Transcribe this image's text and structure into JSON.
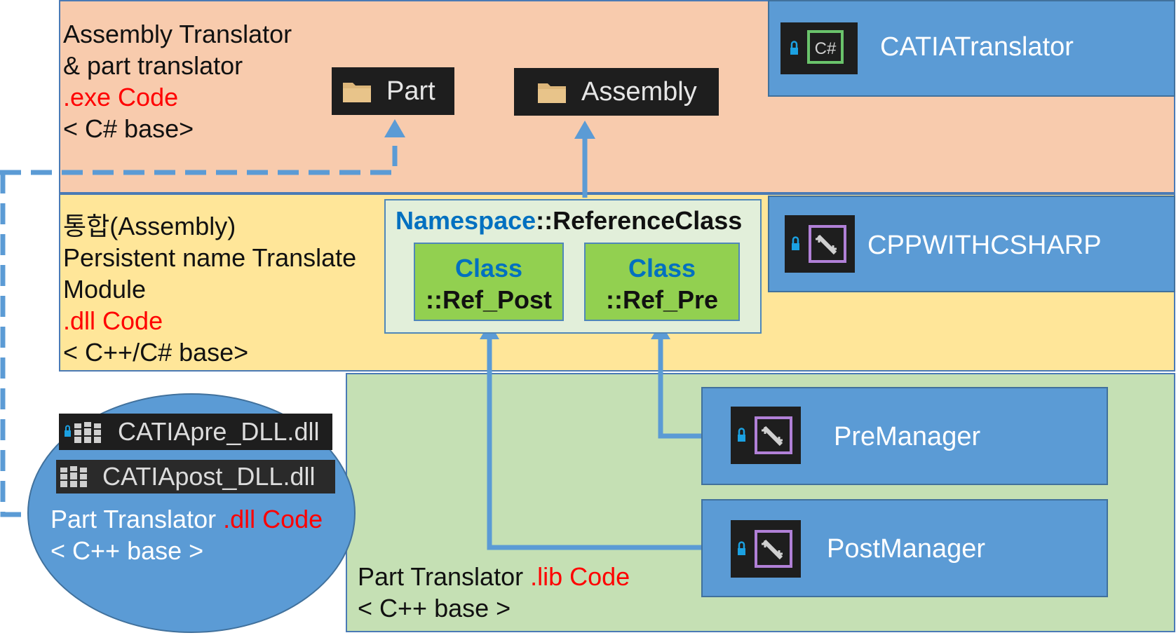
{
  "exe_layer": {
    "lines": [
      "Assembly Translator",
      "& part translator",
      ".exe Code",
      "< C# base>"
    ],
    "folders": {
      "part": "Part",
      "assembly": "Assembly"
    },
    "project": {
      "name": "CATIATranslator",
      "icon": "csharp-project-icon"
    }
  },
  "dll_layer": {
    "lines": [
      "통합(Assembly)",
      "Persistent name Translate",
      "Module",
      ".dll Code",
      "< C++/C# base>"
    ],
    "namespace": {
      "ns": "Namespace",
      "rest": "::ReferenceClass"
    },
    "classes": [
      {
        "keyword": "Class",
        "name": "::Ref_Post"
      },
      {
        "keyword": "Class",
        "name": "::Ref_Pre"
      }
    ],
    "project": {
      "name": "CPPWITHCSHARP",
      "icon": "cpp-project-icon"
    }
  },
  "lib_layer": {
    "prefix": "Part Translator ",
    "code": ".lib Code",
    "base": "< C++ base >",
    "managers": [
      {
        "name": "PreManager",
        "icon": "cpp-project-icon"
      },
      {
        "name": "PostManager",
        "icon": "cpp-project-icon"
      }
    ]
  },
  "ellipse": {
    "files": [
      "CATIApre_DLL.dll",
      "CATIApost_DLL.dll"
    ],
    "prefix": "Part Translator ",
    "code": ".dll Code",
    "base": "< C++ base >"
  },
  "colors": {
    "exe_bg": "#f8cbad",
    "dll_bg": "#ffe699",
    "lib_bg": "#c5e0b4",
    "blue": "#5b9bd5",
    "arrow": "#5b9bd5",
    "red": "#ff0000",
    "class_green": "#92d050",
    "namespace_blue": "#0070c0"
  }
}
